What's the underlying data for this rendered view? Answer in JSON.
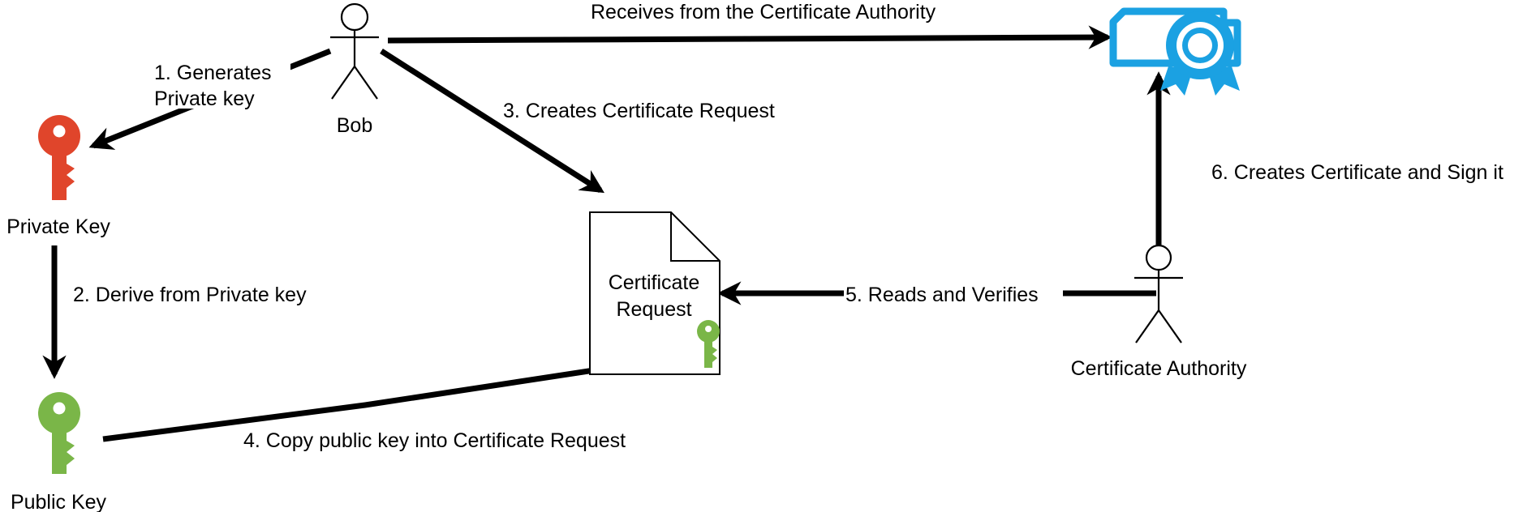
{
  "colors": {
    "private_key": "#E0452B",
    "public_key": "#7AB648",
    "certificate": "#1BA1E2",
    "edge": "#000000"
  },
  "nodes": {
    "bob": {
      "label": "Bob",
      "icon": "actor-icon"
    },
    "ca": {
      "label": "Certificate Authority",
      "icon": "actor-icon"
    },
    "private_key": {
      "label": "Private Key",
      "icon": "key-icon"
    },
    "public_key": {
      "label": "Public Key",
      "icon": "key-icon"
    },
    "cert_request": {
      "line1": "Certificate",
      "line2": "Request",
      "icon": "document-icon"
    },
    "certificate": {
      "icon": "certificate-ribbon-icon"
    }
  },
  "edges": {
    "e1": {
      "line1": "1. Generates",
      "line2": "Private key"
    },
    "e2": {
      "label": "2. Derive from Private key"
    },
    "e3": {
      "label": "3. Creates Certificate Request"
    },
    "e4": {
      "label": "4. Copy public key into Certificate Request"
    },
    "e5": {
      "label": "5. Reads and Verifies"
    },
    "e6": {
      "label": "6. Creates Certificate and Sign it"
    },
    "e7": {
      "label": "Receives from the Certificate Authority"
    }
  }
}
